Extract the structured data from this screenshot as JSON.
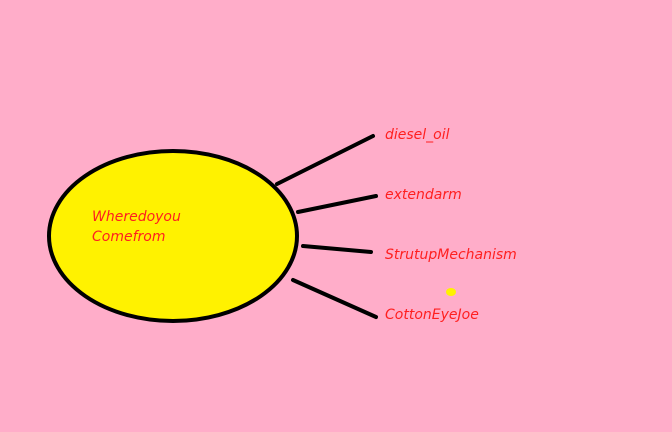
{
  "colors": {
    "background": "#ffadc9",
    "node_fill": "#fff200",
    "outline": "#000000",
    "text": "#ff1f1f",
    "dot": "#fff200"
  },
  "center_node": {
    "line1": "Wheredoyou",
    "line2": "Comefrom"
  },
  "branches": [
    {
      "label": "diesel_oil"
    },
    {
      "label": "extendarm"
    },
    {
      "label": "StrutupMechanism"
    },
    {
      "label": "CottonEyeJoe"
    }
  ]
}
